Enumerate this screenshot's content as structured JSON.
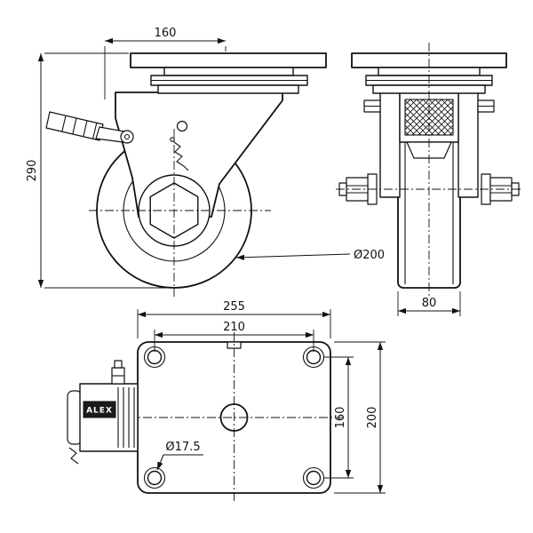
{
  "drawing": {
    "side_view": {
      "dim_width": "160",
      "dim_height": "290",
      "wheel_diameter_label": "Ø200"
    },
    "front_view": {
      "dim_wheel_width": "80"
    },
    "plan_view": {
      "dim_plate_length": "255",
      "dim_bolt_spacing_length": "210",
      "dim_bolt_spacing_width": "160",
      "dim_plate_width": "200",
      "dim_bolt_hole_diameter": "Ø17.5",
      "brand_label": "ALEX"
    },
    "colors": {
      "line": "#111111",
      "background": "#ffffff"
    }
  }
}
